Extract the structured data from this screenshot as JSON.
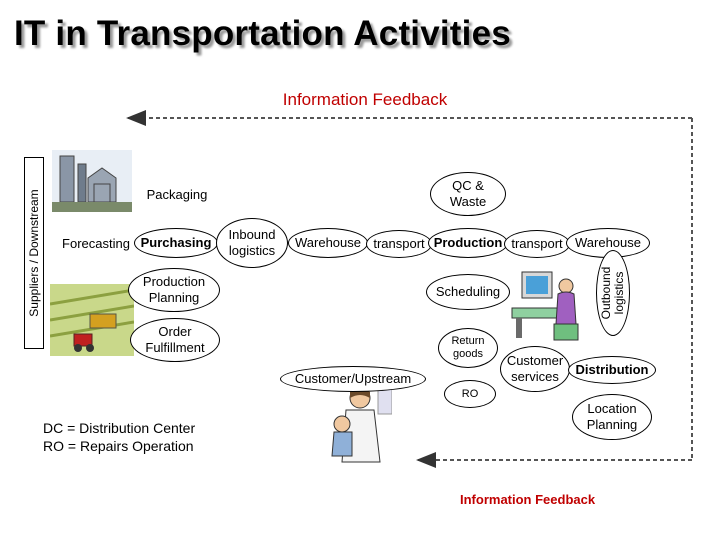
{
  "title": "IT in Transportation Activities",
  "feedback_top": "Information Feedback",
  "feedback_bottom": "Information Feedback",
  "side_label": "Suppliers / Downstream",
  "nodes": {
    "packaging": "Packaging",
    "qc_waste": "QC &\nWaste",
    "forecasting": "Forecasting",
    "purchasing": "Purchasing",
    "inbound": "Inbound\nlogistics",
    "warehouse1": "Warehouse",
    "transport1": "transport",
    "production": "Production",
    "transport2": "transport",
    "warehouse2": "Warehouse",
    "production_planning": "Production\nPlanning",
    "scheduling": "Scheduling",
    "outbound": "Outbound\nlogistics",
    "order_fulfillment": "Order\nFulfillment",
    "return_goods": "Return\ngoods",
    "customer_upstream": "Customer/Upstream",
    "ro": "RO",
    "customer_services": "Customer\nservices",
    "distribution": "Distribution",
    "location_planning": "Location\nPlanning"
  },
  "legend": {
    "line1": "DC = Distribution Center",
    "line2": "RO = Repairs Operation"
  },
  "colors": {
    "feedback_red": "#c00000",
    "frame_gray": "#555555"
  }
}
